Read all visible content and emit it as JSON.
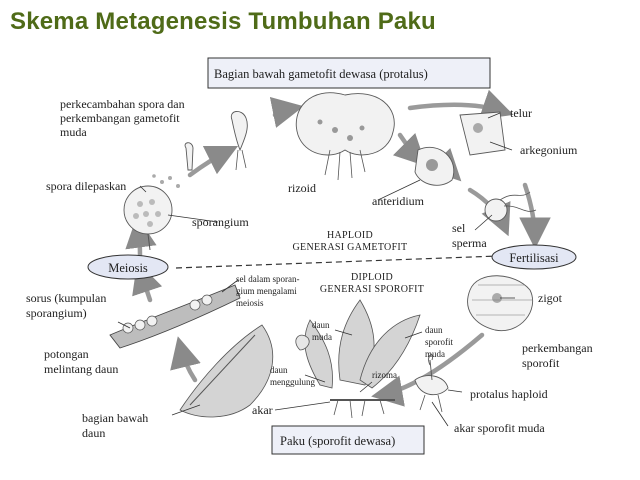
{
  "title": "Skema Metagenesis Tumbuhan Paku",
  "boxes": {
    "top": "Bagian bawah gametofit dewasa (protalus)",
    "bottom": "Paku (sporofit dewasa)"
  },
  "ovals": {
    "meiosis": "Meiosis",
    "fertilisasi": "Fertilisasi"
  },
  "phase": {
    "haploid_1": "HAPLOID",
    "haploid_2": "GENERASI GAMETOFIT",
    "diploid_1": "DIPLOID",
    "diploid_2": "GENERASI SPOROFIT"
  },
  "labels": {
    "perkecambahan_1": "perkecambahan spora dan",
    "perkecambahan_2": "perkembangan gametofit",
    "perkecambahan_3": "muda",
    "spora_dilepaskan": "spora dilepaskan",
    "sporangium": "sporangium",
    "rizoid": "rizoid",
    "anteridium": "anteridium",
    "telur": "telur",
    "arkegonium": "arkegonium",
    "sel_sperma_1": "sel",
    "sel_sperma_2": "sperma",
    "zigot": "zigot",
    "perkembangan_sporofit_1": "perkembangan",
    "perkembangan_sporofit_2": "sporofit",
    "protalus_haploid": "protalus haploid",
    "akar_sporofit_muda": "akar sporofit muda",
    "sorus_1": "sorus (kumpulan",
    "sorus_2": "sporangium)",
    "sel_meiosis_1": "sel dalam sporan-",
    "sel_meiosis_2": "gium mengalami",
    "sel_meiosis_3": "meiosis",
    "potongan_1": "potongan",
    "potongan_2": "melintang daun",
    "bagian_bawah_1": "bagian bawah",
    "bagian_bawah_2": "daun",
    "daun_muda_1": "daun",
    "daun_muda_2": "muda",
    "daun_sporofit_1": "daun",
    "daun_sporofit_2": "sporofit",
    "daun_sporofit_3": "muda",
    "daun_menggulung_1": "daun",
    "daun_menggulung_2": "menggulung",
    "rizoma": "rizoma",
    "akar": "akar"
  }
}
